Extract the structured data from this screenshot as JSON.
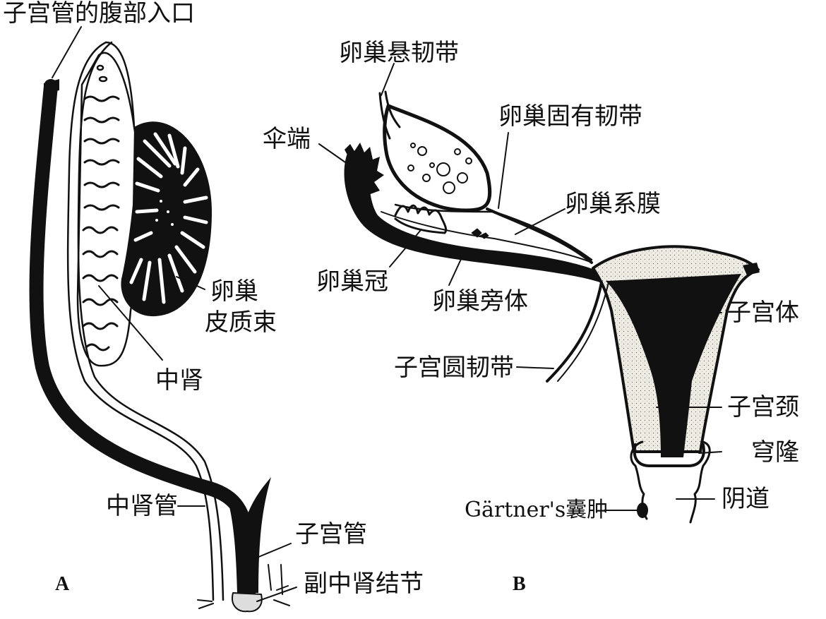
{
  "panels": {
    "a": "A",
    "b": "B"
  },
  "labels_a": {
    "abdominal_ostium": "子宫管的腹部入口",
    "ovary_cortical_cords_line1": "卵巢",
    "ovary_cortical_cords_line2": "皮质束",
    "mesonephros": "中肾",
    "mesonephric_duct": "中肾管",
    "paramesonephric_duct": "子宫管",
    "paramesonephric_tubercle": "副中肾结节"
  },
  "labels_b": {
    "suspensory_ligament": "卵巢悬韧带",
    "proper_ligament": "卵巢固有韧带",
    "fimbria": "伞端",
    "mesovarium": "卵巢系膜",
    "epoophoron": "卵巢冠",
    "paroophoron": "卵巢旁体",
    "uterus_body": "子宫体",
    "round_ligament": "子宫圆韧带",
    "cervix": "子宫颈",
    "fornix": "穹隆",
    "gartner_cyst": "Gärtner's囊肿",
    "vagina": "阴道"
  },
  "colors": {
    "ink": "#111111",
    "paper": "#ffffff",
    "stipple": "#e9e6dc"
  }
}
